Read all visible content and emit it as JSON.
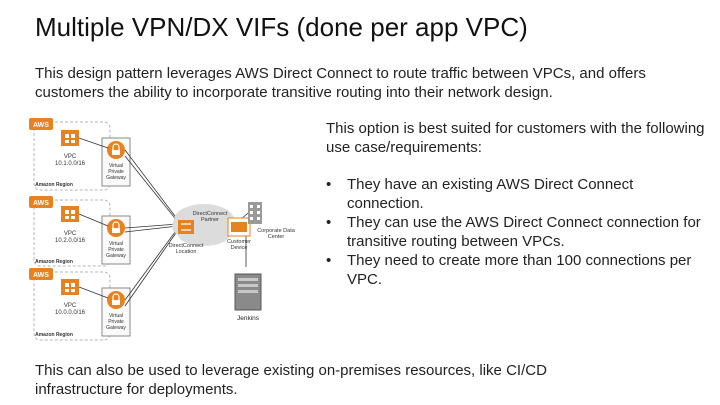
{
  "slide": {
    "title": "Multiple VPN/DX VIFs (done per app VPC)",
    "intro": "This design pattern leverages AWS Direct Connect to route traffic between VPCs, and offers customers the ability to incorporate transitive routing into their network design.",
    "option_text": "This option is best suited for customers with the following use case/requirements:",
    "bullets": [
      "They have an existing AWS Direct Connect connection.",
      "They can use the AWS Direct Connect connection for transitive routing between VPCs.",
      "They need to create more than 100 connections per VPC."
    ],
    "footer": "This can also be used to leverage existing on-premises resources, like CI/CD infrastructure for deployments.",
    "bullet_char": "•"
  },
  "diagram": {
    "aws_badge": "AWS",
    "regions": [
      {
        "vpc_label": "VPC",
        "cidr": "10.1.0.0/16",
        "region_label": "Amazon Region",
        "gateway_label": [
          "Virtual",
          "Private",
          "Gateway"
        ]
      },
      {
        "vpc_label": "VPC",
        "cidr": "10.2.0.0/16",
        "region_label": "Amazon Region",
        "gateway_label": [
          "Virtual",
          "Private",
          "Gateway"
        ]
      },
      {
        "vpc_label": "VPC",
        "cidr": "10.0.0.0/16",
        "region_label": "Amazon Region",
        "gateway_label": [
          "Virtual",
          "Private",
          "Gateway"
        ]
      }
    ],
    "dx_partner": [
      "DirectConnect",
      "Partner"
    ],
    "dx_location": [
      "DirectConnect",
      "Location"
    ],
    "customer_device": [
      "Customer",
      "Device"
    ],
    "corporate_dc": [
      "Corporate Data",
      "Center"
    ],
    "jenkins": "Jenkins",
    "colors": {
      "aws_orange": "#e8821e",
      "region_border": "#b5b5b5",
      "partner_cloud": "#d8d8d8",
      "gateway_orange": "#e8821e",
      "line": "#333333",
      "device_gray": "#8a8a8a"
    },
    "icons": [
      "aws-logo-icon",
      "vpc-instance-icon",
      "padlock-icon",
      "cloud-icon",
      "router-icon",
      "building-icon",
      "server-icon"
    ]
  }
}
